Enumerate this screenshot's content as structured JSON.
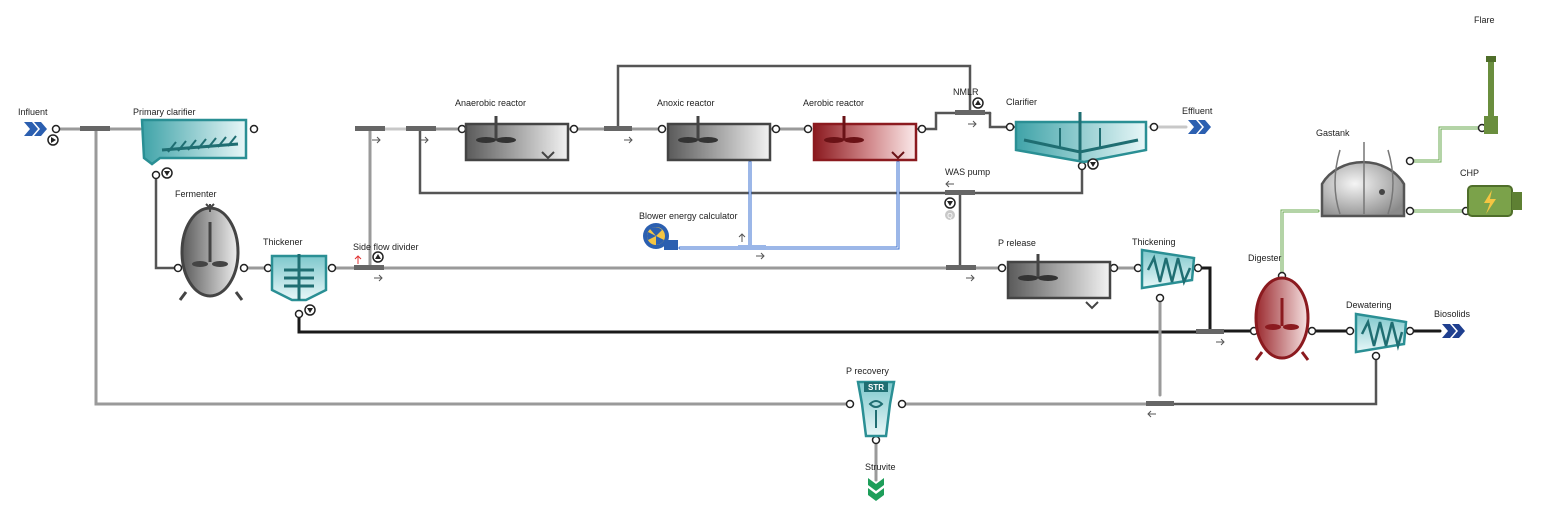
{
  "units": {
    "influent": "Influent",
    "primary_clarifier": "Primary clarifier",
    "fermenter": "Fermenter",
    "thickener": "Thickener",
    "side_flow_divider": "Side flow divider",
    "anaerobic_reactor": "Anaerobic reactor",
    "anoxic_reactor": "Anoxic reactor",
    "aerobic_reactor": "Aerobic reactor",
    "nmlr": "NMLR",
    "clarifier": "Clarifier",
    "effluent": "Effluent",
    "was_pump": "WAS pump",
    "blower_energy_calculator": "Blower energy calculator",
    "p_release": "P release",
    "thickening": "Thickening",
    "digester": "Digester",
    "dewatering": "Dewatering",
    "biosolids": "Biosolids",
    "gastank": "Gastank",
    "chp": "CHP",
    "flare": "Flare",
    "p_recovery": "P recovery",
    "struvite": "Struvite"
  },
  "glyphs": {
    "p_recovery_badge": "STR"
  },
  "colors": {
    "teal": "#2a8f94",
    "teal_light": "#cfeef0",
    "maroon": "#8b1a1f",
    "gray_dark": "#555555",
    "pipe": "#9a9a9a",
    "pipe_dark": "#1a1a1a",
    "air_line": "#3a6fd0",
    "gas_line": "#6aa84f",
    "influent_arrow": "#2b5fb0",
    "struvite_arrow": "#1e9e5a"
  }
}
